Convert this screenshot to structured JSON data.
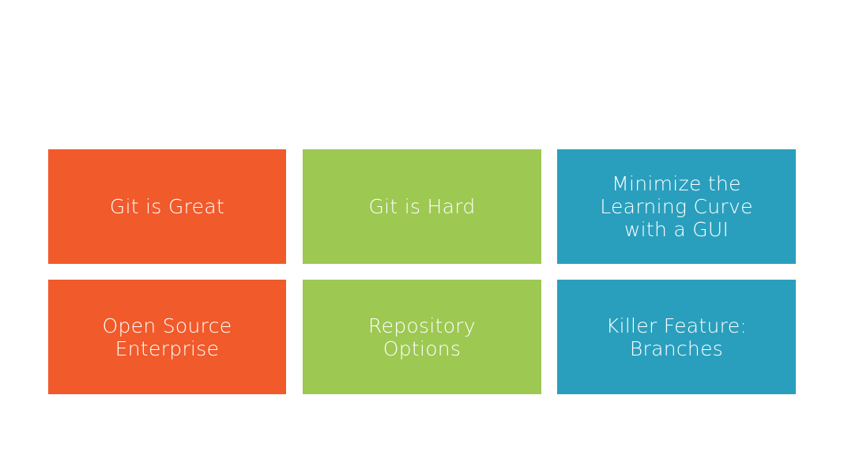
{
  "colors": {
    "orange": "#f15a2b",
    "green": "#9dc852",
    "blue": "#2a9fbd",
    "background": "#ffffff",
    "text": "#ffffff"
  },
  "tiles": [
    {
      "label": "Git is Great",
      "color": "#f15a2b"
    },
    {
      "label": "Git is Hard",
      "color": "#9dc852"
    },
    {
      "label": "Minimize the\nLearning Curve\nwith a GUI",
      "color": "#2a9fbd"
    },
    {
      "label": "Open Source\nEnterprise",
      "color": "#f15a2b"
    },
    {
      "label": "Repository\nOptions",
      "color": "#9dc852"
    },
    {
      "label": "Killer Feature:\nBranches",
      "color": "#2a9fbd"
    }
  ]
}
